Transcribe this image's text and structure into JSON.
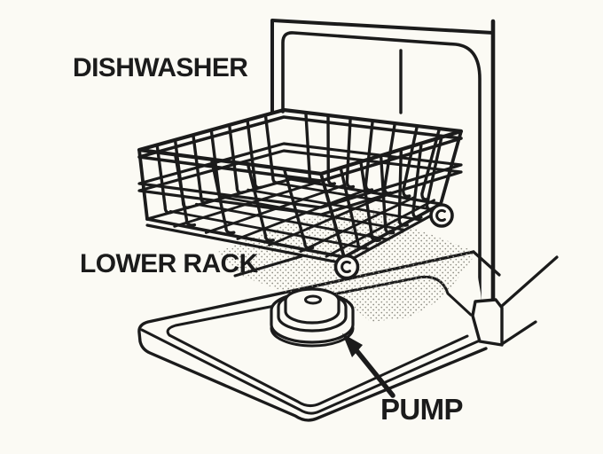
{
  "title": "Dishwasher lower rack and pump line illustration",
  "labels": {
    "dishwasher": "DISHWASHER",
    "lower_rack": "LOWER RACK",
    "pump": "PUMP"
  },
  "colors": {
    "ink": "#1b1b1b",
    "background": "#fbfaf4",
    "stipple": "#8d8c83"
  },
  "diagram": {
    "type": "line-illustration",
    "parts": [
      {
        "name": "dishwasher-cabinet",
        "label": "DISHWASHER"
      },
      {
        "name": "lower-rack-basket",
        "label": "LOWER RACK"
      },
      {
        "name": "pump",
        "label": "PUMP",
        "annotation": "arrow"
      }
    ]
  }
}
